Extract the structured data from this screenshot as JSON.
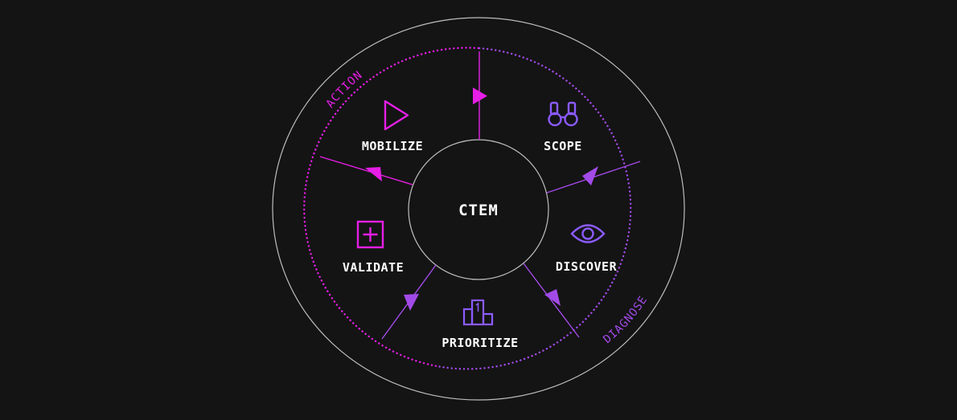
{
  "center": {
    "label": "CTEM"
  },
  "phases": {
    "action": {
      "label": "ACTION",
      "color": "#e61ee6"
    },
    "diagnose": {
      "label": "DIAGNOSE",
      "color": "#a24ae8"
    }
  },
  "stages": [
    {
      "label": "SCOPE",
      "icon": "binoculars-icon",
      "phase": "diagnose"
    },
    {
      "label": "DISCOVER",
      "icon": "eye-icon",
      "phase": "diagnose"
    },
    {
      "label": "PRIORITIZE",
      "icon": "podium-icon",
      "phase": "diagnose"
    },
    {
      "label": "VALIDATE",
      "icon": "plus-square-icon",
      "phase": "action"
    },
    {
      "label": "MOBILIZE",
      "icon": "play-icon",
      "phase": "action"
    }
  ],
  "colors": {
    "background": "#141414",
    "outline": "#bdbdbd",
    "text": "#ffffff"
  }
}
